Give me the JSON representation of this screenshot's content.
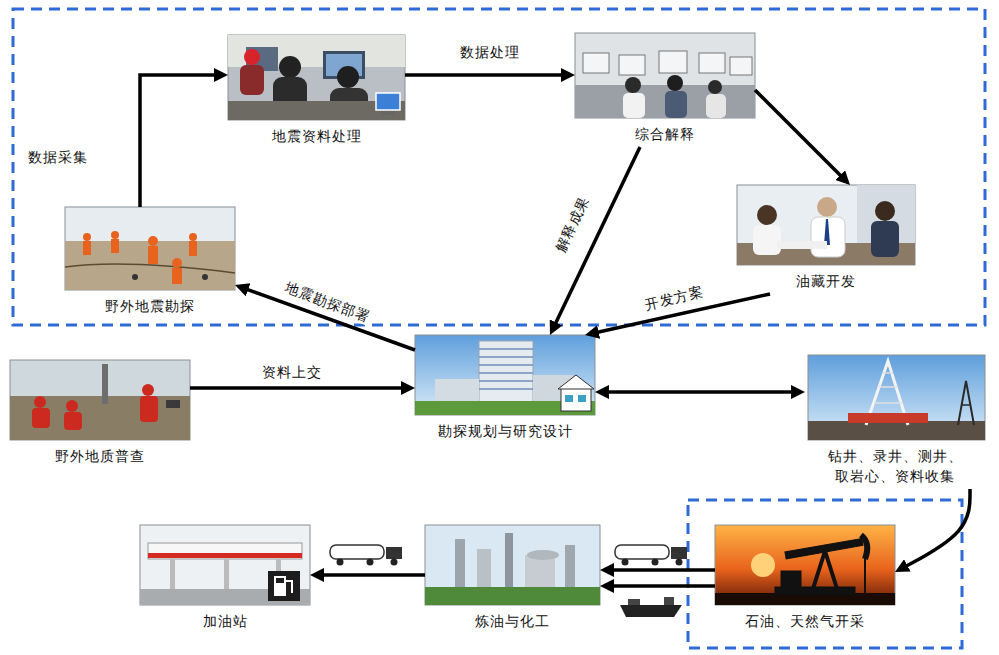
{
  "diagram": {
    "nodes": [
      {
        "text": [
          "地震资料处理"
        ]
      },
      {
        "text": [
          "综合解释"
        ]
      },
      {
        "text": [
          "野外地震勘探"
        ]
      },
      {
        "text": [
          "油藏开发"
        ]
      },
      {
        "text": [
          "勘探规划与研究设计"
        ]
      },
      {
        "text": [
          "野外地质普查"
        ]
      },
      {
        "text": [
          "钻井、录井、测井、取岩心、资料收集"
        ]
      },
      {
        "text": [
          "加油站"
        ]
      },
      {
        "text": [
          "炼油与化工"
        ]
      },
      {
        "text": [
          "石油、天然气开采"
        ]
      }
    ],
    "edges": [
      {
        "from": 2,
        "to": 0,
        "label": "数据采集",
        "arrow": "to"
      },
      {
        "from": 0,
        "to": 1,
        "label": "数据处理",
        "arrow": "to"
      },
      {
        "from": 1,
        "to": 3,
        "arrow": "to"
      },
      {
        "from": 1,
        "to": 4,
        "label": "解释成果",
        "arrow": "to"
      },
      {
        "from": 3,
        "to": 4,
        "label": "开发方案",
        "arrow": "to"
      },
      {
        "from": 4,
        "to": 2,
        "label": "地震勘探部署",
        "arrow": "to"
      },
      {
        "from": 5,
        "to": 4,
        "label": "资料上交",
        "arrow": "to"
      },
      {
        "from": 4,
        "to": 6,
        "arrow": "both"
      },
      {
        "from": 6,
        "to": 9,
        "arrow": "to"
      },
      {
        "from": 9,
        "to": 8,
        "arrow": "to"
      },
      {
        "from": 9,
        "to": 8,
        "arrow": "to"
      },
      {
        "from": 8,
        "to": 7,
        "arrow": "to"
      }
    ]
  }
}
